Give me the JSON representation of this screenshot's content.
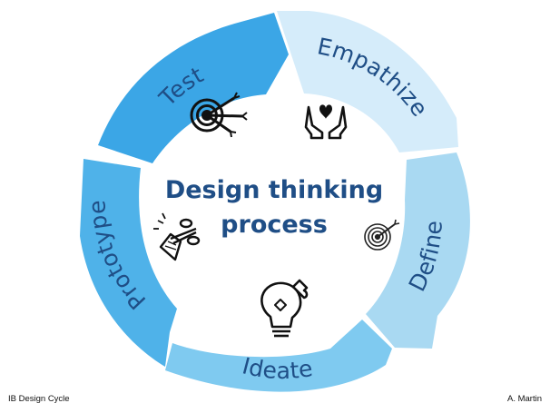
{
  "diagram": {
    "title_line1": "Design thinking",
    "title_line2": "process",
    "stages": [
      {
        "label": "Empathize",
        "icon": "hands-heart-icon",
        "color": "#d5ecfa"
      },
      {
        "label": "Define",
        "icon": "target-spiral-icon",
        "color": "#a9d9f2"
      },
      {
        "label": "Ideate",
        "icon": "lightbulb-puzzle-icon",
        "color": "#7fcaf0"
      },
      {
        "label": "Prototype",
        "icon": "scissors-paper-icon",
        "color": "#4fb2e9"
      },
      {
        "label": "Test",
        "icon": "target-arrows-icon",
        "color": "#3ba6e6"
      }
    ]
  },
  "footer": {
    "left_text": "IB Design Cycle",
    "right_text": "A. Martin"
  }
}
